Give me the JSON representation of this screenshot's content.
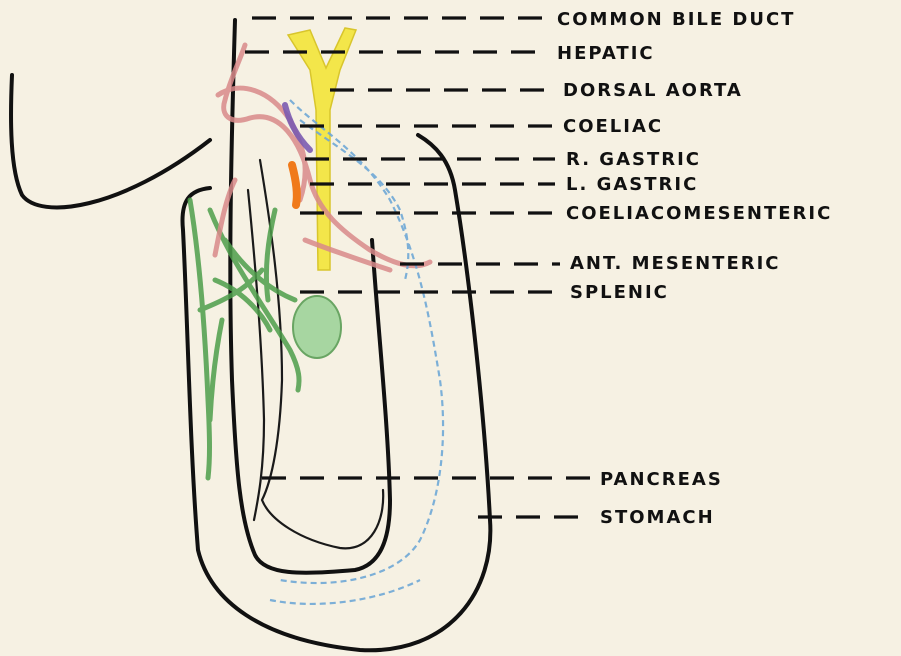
{
  "diagram": {
    "labels": {
      "common_bile_duct": "COMMON BILE DUCT",
      "hepatic": "HEPATIC",
      "dorsal_aorta": "DORSAL AORTA",
      "coeliac": "COELIAC",
      "r_gastric": "R. GASTRIC",
      "l_gastric": "L. GASTRIC",
      "coeliacomesenteric": "COELIACOMESENTERIC",
      "ant_mesenteric": "ANT. MESENTERIC",
      "splenic": "SPLENIC",
      "pancreas": "PANCREAS",
      "stomach": "STOMACH"
    },
    "colors": {
      "paper": "#f6f1e3",
      "ink": "#111111",
      "dorsal_aorta_yellow": "#f3e64a",
      "artery_pink": "#d98a8a",
      "vein_blue": "#6fa8d6",
      "spleen_green": "#9fd49a",
      "pancreas_green": "#4e9e4b",
      "coeliac_purple": "#7b5bb0",
      "l_gastric_orange": "#f07a1a"
    }
  }
}
